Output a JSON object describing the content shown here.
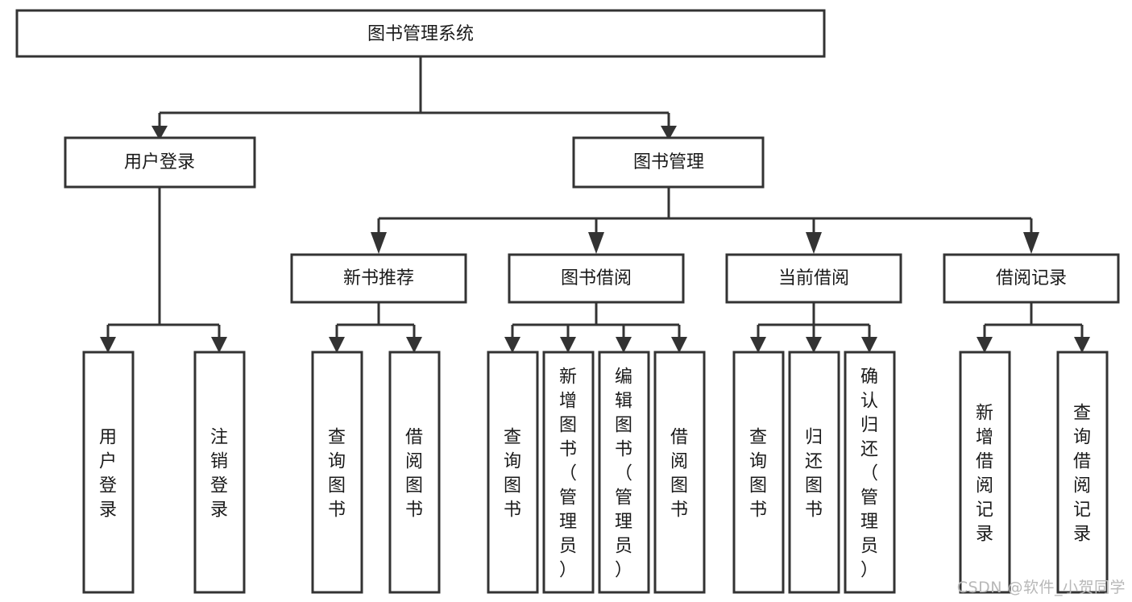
{
  "diagram": {
    "type": "tree",
    "title": "图书管理系统",
    "watermark": "CSDN @软件_小贺同学",
    "colors": {
      "stroke": "#333333",
      "fill": "#ffffff",
      "text": "#1a1a1a",
      "watermark": "#b8b8b8",
      "background": "#ffffff"
    },
    "levels": {
      "root": "图书管理系统",
      "level2": [
        "用户登录",
        "图书管理"
      ],
      "level3": [
        "新书推荐",
        "图书借阅",
        "当前借阅",
        "借阅记录"
      ],
      "level4": [
        "用户登录",
        "注销登录",
        "查询图书",
        "借阅图书",
        "查询图书",
        "新增图书（管理员）",
        "编辑图书（管理员）",
        "借阅图书",
        "查询图书",
        "归还图书",
        "确认归还（管理员）",
        "新增借阅记录",
        "查询借阅记录"
      ]
    },
    "nodes": {
      "root": {
        "label": "图书管理系统"
      },
      "user_login": {
        "label": "用户登录"
      },
      "book_manage": {
        "label": "图书管理"
      },
      "new_book_rec": {
        "label": "新书推荐"
      },
      "book_borrow": {
        "label": "图书借阅"
      },
      "current_borrow": {
        "label": "当前借阅"
      },
      "borrow_record": {
        "label": "借阅记录"
      },
      "leaf_user_login": {
        "label": "用户登录"
      },
      "leaf_user_logout": {
        "label": "注销登录"
      },
      "leaf_query_book_a": {
        "label": "查询图书"
      },
      "leaf_borrow_book_a": {
        "label": "借阅图书"
      },
      "leaf_query_book_b": {
        "label": "查询图书"
      },
      "leaf_add_book": {
        "label": "新增图书（管理员）"
      },
      "leaf_edit_book": {
        "label": "编辑图书（管理员）"
      },
      "leaf_borrow_book_b": {
        "label": "借阅图书"
      },
      "leaf_query_book_c": {
        "label": "查询图书"
      },
      "leaf_return_book": {
        "label": "归还图书"
      },
      "leaf_confirm_return": {
        "label": "确认归还（管理员）"
      },
      "leaf_add_record": {
        "label": "新增借阅记录"
      },
      "leaf_query_record": {
        "label": "查询借阅记录"
      }
    },
    "edges": [
      {
        "from": "root",
        "to": "user_login"
      },
      {
        "from": "root",
        "to": "book_manage"
      },
      {
        "from": "user_login",
        "to": "leaf_user_login"
      },
      {
        "from": "user_login",
        "to": "leaf_user_logout"
      },
      {
        "from": "book_manage",
        "to": "new_book_rec"
      },
      {
        "from": "book_manage",
        "to": "book_borrow"
      },
      {
        "from": "book_manage",
        "to": "current_borrow"
      },
      {
        "from": "book_manage",
        "to": "borrow_record"
      },
      {
        "from": "new_book_rec",
        "to": "leaf_query_book_a"
      },
      {
        "from": "new_book_rec",
        "to": "leaf_borrow_book_a"
      },
      {
        "from": "book_borrow",
        "to": "leaf_query_book_b"
      },
      {
        "from": "book_borrow",
        "to": "leaf_add_book"
      },
      {
        "from": "book_borrow",
        "to": "leaf_edit_book"
      },
      {
        "from": "book_borrow",
        "to": "leaf_borrow_book_b"
      },
      {
        "from": "current_borrow",
        "to": "leaf_query_book_c"
      },
      {
        "from": "current_borrow",
        "to": "leaf_return_book"
      },
      {
        "from": "current_borrow",
        "to": "leaf_confirm_return"
      },
      {
        "from": "borrow_record",
        "to": "leaf_add_record"
      },
      {
        "from": "borrow_record",
        "to": "leaf_query_record"
      }
    ]
  }
}
